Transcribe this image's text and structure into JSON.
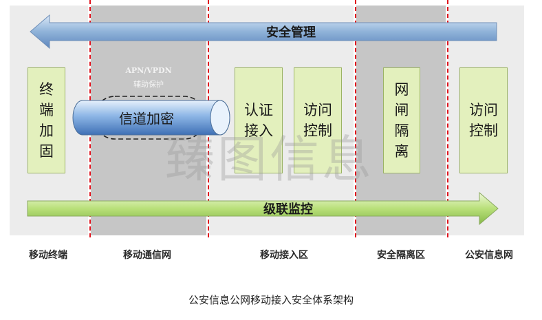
{
  "top_arrow": {
    "label": "安全管理"
  },
  "bottom_arrow": {
    "label": "级联监控"
  },
  "boxes": {
    "terminal_hardening": "终端加固",
    "auth_access": "认证接入",
    "access_control_1": "访问控制",
    "gap_isolation": "网闸隔离",
    "access_control_2": "访问控制"
  },
  "apn": {
    "title": "APN/VPDN",
    "subtitle": "辅助保护"
  },
  "tunnel": {
    "label": "信道加密"
  },
  "zones": [
    "移动终端",
    "移动通信网",
    "移动接入区",
    "安全隔离区",
    "公安信息网"
  ],
  "watermark": "臻图信息",
  "caption": "公安信息公网移动接入安全体系架构",
  "colors": {
    "top_arrow": "#8fb3d9",
    "bottom_arrow": "#b9e07a",
    "box_fill": "#e3f0bd",
    "divider": "#e0141e",
    "tunnel": "#6f9fd8"
  }
}
